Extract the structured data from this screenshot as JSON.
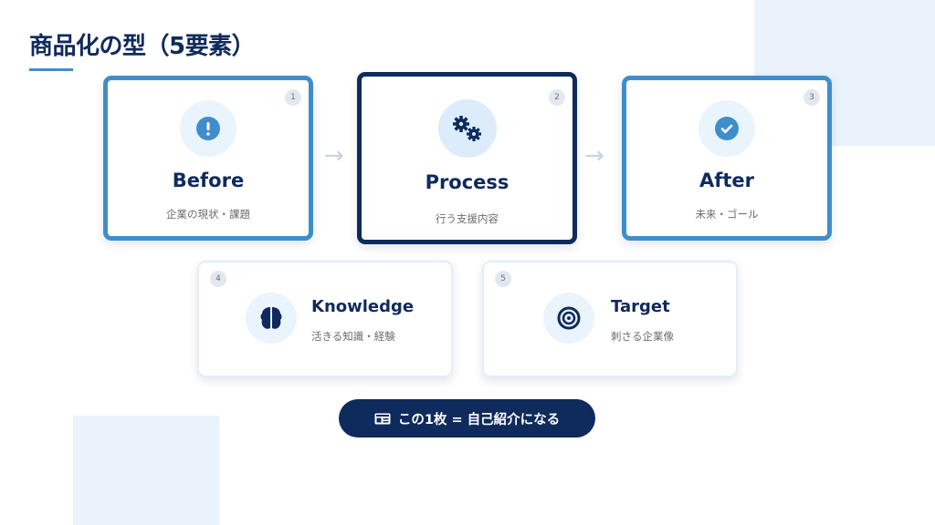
{
  "title": "商品化の型（5要素）",
  "cards": [
    {
      "num": "1",
      "title": "Before",
      "sub": "企業の現状・課題",
      "icon": "exclamation-circle-icon"
    },
    {
      "num": "2",
      "title": "Process",
      "sub": "行う支援内容",
      "icon": "gears-icon"
    },
    {
      "num": "3",
      "title": "After",
      "sub": "未来・ゴール",
      "icon": "check-circle-icon"
    },
    {
      "num": "4",
      "title": "Knowledge",
      "sub": "活きる知識・経験",
      "icon": "brain-icon"
    },
    {
      "num": "5",
      "title": "Target",
      "sub": "刺さる企業像",
      "icon": "target-icon"
    }
  ],
  "cta": {
    "label": "この1枚 = 自己紹介になる",
    "icon": "id-card-icon"
  },
  "colors": {
    "navy": "#0f2a5c",
    "accent": "#3f8ecb",
    "deco": "#eaf2fb"
  }
}
